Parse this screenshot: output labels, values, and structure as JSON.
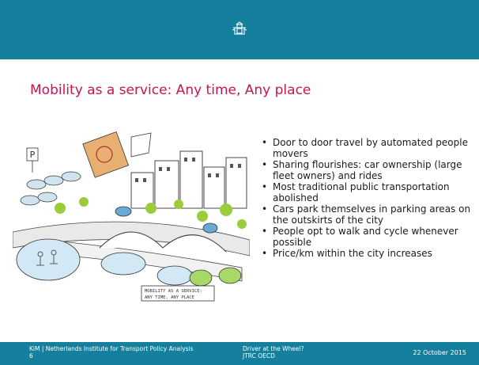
{
  "slide": {
    "title": "Mobility as a service: Any time, Any place",
    "bullets": [
      "Door to door travel by automated people movers",
      "Sharing flourishes: car ownership (large fleet owners) and rides",
      "Most traditional public transportation abolished",
      "Cars park themselves in parking areas on the outskirts of the city",
      "People opt to walk and cycle whenever possible",
      "Price/km within the city increases"
    ],
    "illustration": {
      "sign_text": "P",
      "caption_line1": "MOBILITY AS A SERVICE:",
      "caption_line2": "ANY TIME, ANY PLACE"
    }
  },
  "footer": {
    "org": "KiM | Netherlands Institute for Transport Policy Analysis",
    "page": "6",
    "event_line1": "Driver at the Wheel?",
    "event_line2": "JTRC OECD",
    "date": "22 October 2015"
  },
  "colors": {
    "header_bg": "#14809d",
    "title": "#c5154f"
  }
}
